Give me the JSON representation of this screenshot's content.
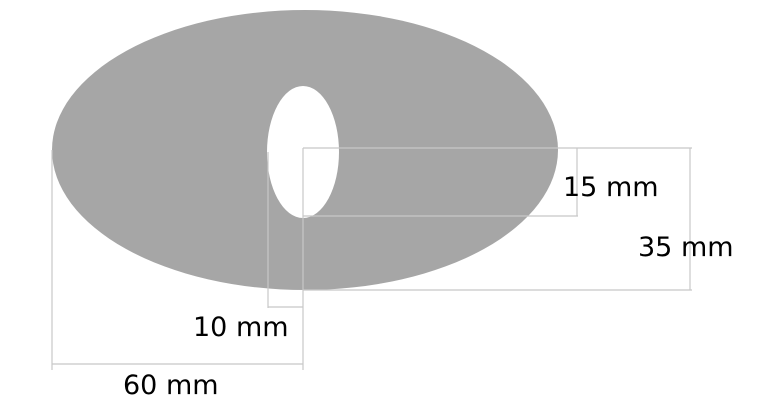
{
  "diagram": {
    "shape_color": "#a6a6a6",
    "hole_color": "#ffffff",
    "dimension_line_color": "#c8c8c8",
    "labels": {
      "hole_height": "15 mm",
      "half_height": "35 mm",
      "hole_half_width": "10 mm",
      "half_width": "60 mm"
    }
  }
}
